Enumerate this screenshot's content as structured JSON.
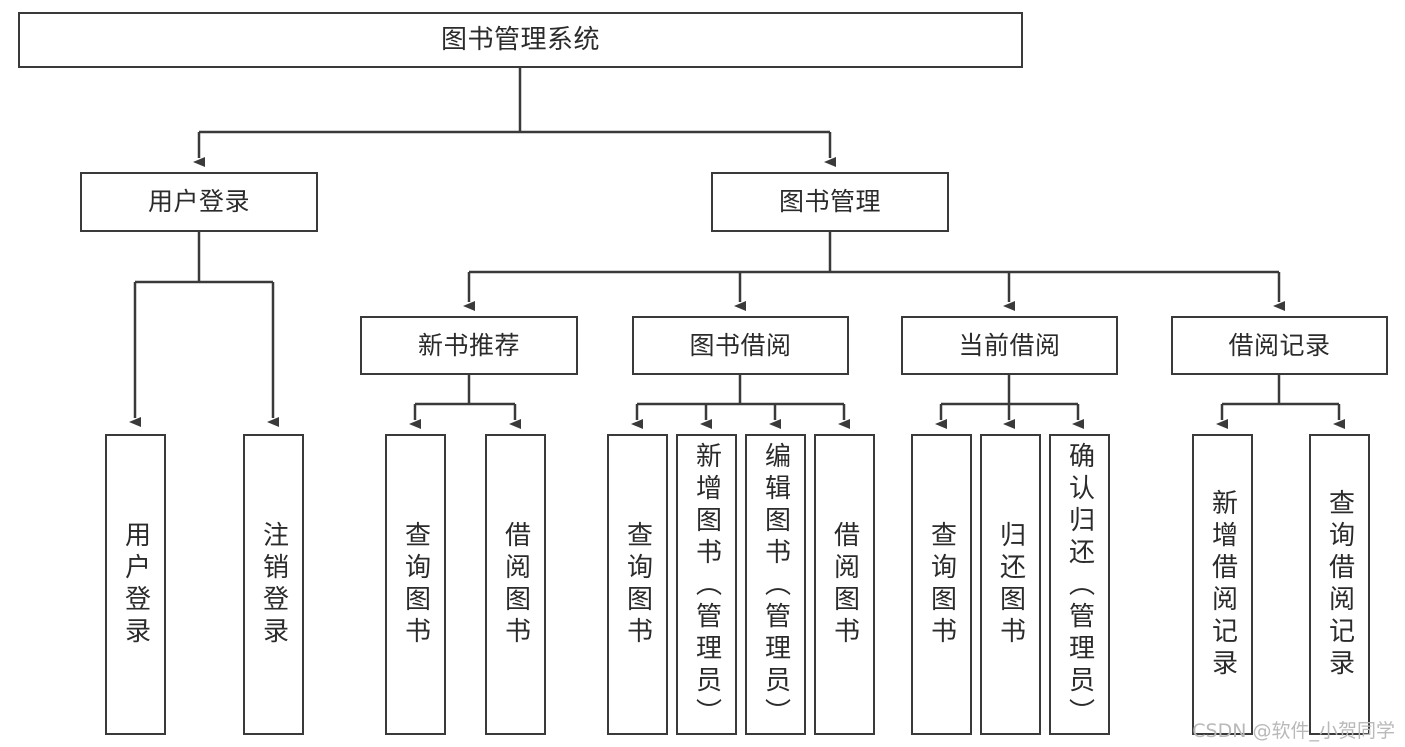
{
  "diagram": {
    "type": "tree-hierarchy",
    "title": "图书管理系统",
    "watermark": "CSDN @软件_小贺同学",
    "colors": {
      "stroke": "#3a3a3a",
      "fill": "#ffffff",
      "text": "#2b2b2b",
      "watermark": "#b9b9b9"
    },
    "nodes": {
      "root": {
        "label": "图书管理系统"
      },
      "level2": [
        {
          "id": "user-login",
          "label": "用户登录"
        },
        {
          "id": "book-management",
          "label": "图书管理"
        }
      ],
      "level3": [
        {
          "id": "new-book-recommend",
          "label": "新书推荐"
        },
        {
          "id": "book-borrow",
          "label": "图书借阅"
        },
        {
          "id": "current-borrow",
          "label": "当前借阅"
        },
        {
          "id": "borrow-record",
          "label": "借阅记录"
        }
      ],
      "leaves": {
        "user-login": [
          {
            "id": "leaf-user-login",
            "label": "用户登录"
          },
          {
            "id": "leaf-logout-login",
            "label": "注销登录"
          }
        ],
        "new-book-recommend": [
          {
            "id": "leaf-query-book-1",
            "label": "查询图书"
          },
          {
            "id": "leaf-borrow-book-1",
            "label": "借阅图书"
          }
        ],
        "book-borrow": [
          {
            "id": "leaf-query-book-2",
            "label": "查询图书"
          },
          {
            "id": "leaf-add-book-admin",
            "label": "新增图书（管理员）"
          },
          {
            "id": "leaf-edit-book-admin",
            "label": "编辑图书（管理员）"
          },
          {
            "id": "leaf-borrow-book-2",
            "label": "借阅图书"
          }
        ],
        "current-borrow": [
          {
            "id": "leaf-query-book-3",
            "label": "查询图书"
          },
          {
            "id": "leaf-return-book",
            "label": "归还图书"
          },
          {
            "id": "leaf-confirm-return-admin",
            "label": "确认归还（管理员）"
          }
        ],
        "borrow-record": [
          {
            "id": "leaf-add-borrow-record",
            "label": "新增借阅记录"
          },
          {
            "id": "leaf-query-borrow-record",
            "label": "查询借阅记录"
          }
        ]
      }
    }
  }
}
